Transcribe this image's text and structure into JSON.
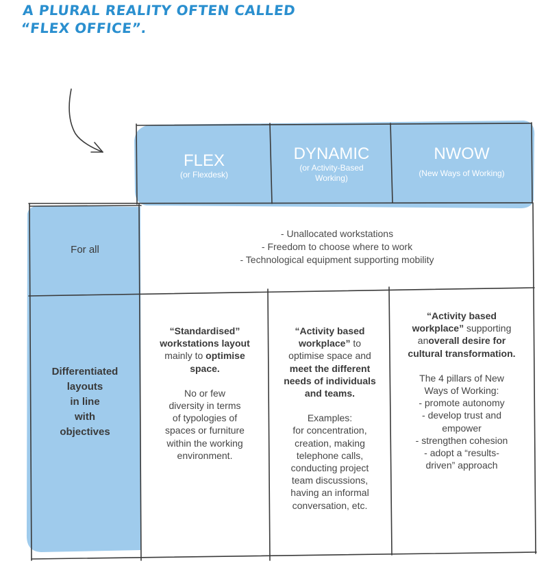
{
  "title": {
    "line1": "A plural reality often called",
    "line2": "“Flex office”."
  },
  "colors": {
    "accent_blue": "#2a8fcf",
    "cell_blue": "#9fcbec",
    "line": "#3a3a3a"
  },
  "columns": [
    {
      "title": "FLEX",
      "subtitle_lines": [
        "(or Flexdesk)"
      ]
    },
    {
      "title": "DYNAMIC",
      "subtitle_lines": [
        "(or Activity-Based",
        "Working)"
      ]
    },
    {
      "title": "NWOW",
      "subtitle_lines": [
        "(New Ways of Working)"
      ]
    }
  ],
  "rows": {
    "for_all": {
      "label": "For all",
      "lines": [
        "- Unallocated workstations",
        "- Freedom to choose where to work",
        "- Technological equipment supporting mobility"
      ]
    },
    "differentiated": {
      "label_lines": [
        "Differentiated",
        "layouts",
        "in line",
        "with",
        "objectives"
      ],
      "flex": {
        "p1_l1": "“Standardised”",
        "p1_l2": "workstations layout",
        "p1_l3a": "mainly to ",
        "p1_l3b": "optimise",
        "p1_l4": "space.",
        "p2_lines": [
          "No or few",
          "diversity in terms",
          "of typologies of",
          "spaces or furniture",
          "within the working",
          "environment."
        ]
      },
      "dynamic": {
        "p1_l1": "“Activity based",
        "p1_l2a": "workplace”",
        "p1_l2b": " to",
        "p1_l3": "optimise space and",
        "p1_l4": "meet the different",
        "p1_l5": "needs of individuals",
        "p1_l6": "and teams.",
        "p2_lines": [
          "Examples:",
          "for concentration,",
          "creation, making",
          "telephone calls,",
          "conducting project",
          "team discussions,",
          "having an informal",
          "conversation, etc."
        ]
      },
      "nwow": {
        "p1_l1": "“Activity based",
        "p1_l2a": "workplace”",
        "p1_l2b": " supporting",
        "p1_l3a": "an",
        "p1_l3b": "overall desire for",
        "p1_l4": "cultural transformation.",
        "p2_lines": [
          "The 4 pillars of New",
          "Ways of Working:",
          "- promote autonomy",
          "- develop trust and",
          "empower",
          "- strengthen cohesion",
          "- adopt a “results-",
          "driven” approach"
        ]
      }
    }
  }
}
